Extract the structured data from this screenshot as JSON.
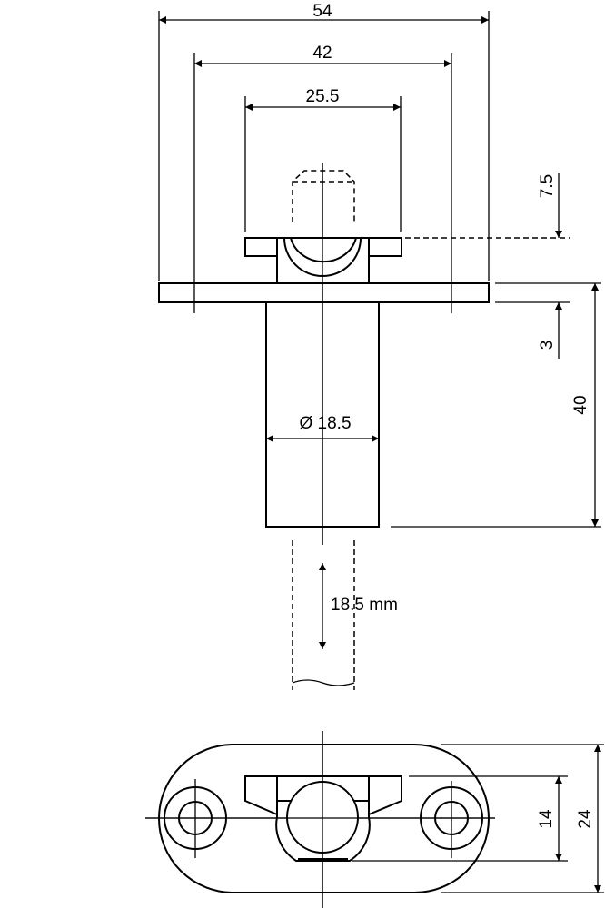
{
  "drawing": {
    "dims": {
      "overall_width": "54",
      "hole_spacing": "42",
      "flange_width": "25.5",
      "pin_height": "7.5",
      "plate_thickness": "3",
      "body_length": "40",
      "body_diameter": "Ø 18.5",
      "stroke": "18.5 mm",
      "flange_depth": "14",
      "plate_depth": "24"
    },
    "line_color": "#000000",
    "background": "#ffffff"
  }
}
